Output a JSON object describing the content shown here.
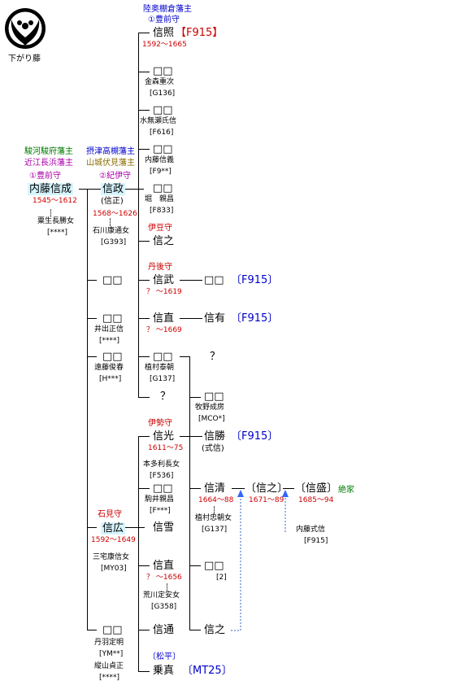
{
  "crest": {
    "icon": "sagari-fuji-crest-icon",
    "label": "下がり藤"
  },
  "texts": {
    "t_mutsu": "陸奥棚倉藩主",
    "t_no1": "①豊前守",
    "n_nobuteru": "信照",
    "c_nobuteru": "【F915】",
    "y_nobuteru": "1592～1665",
    "n_b1": "□□",
    "s_kanamori": "金森重次",
    "s_g136": "[G136]",
    "n_b2": "□□",
    "s_mizunase": "水無瀬氏信",
    "s_f616": "[F616]",
    "n_b3": "□□",
    "s_naito_nobuyoshi": "内藤信義",
    "s_f9": "[F9**]",
    "n_b4": "□□",
    "s_hori": "堀　親昌",
    "s_f833": "[F833]",
    "t_izunokami": "伊豆守",
    "n_nobuyuki1": "信之",
    "t_tango": "丹後守",
    "n_nobutake": "信武",
    "n_b5": "□□",
    "c_b5": "〔F915〕",
    "y_nobutake": "？ ～1619",
    "n_nobunao1": "信直",
    "n_nobuari": "信有",
    "c_nobuari": "〔F915〕",
    "y_nobunao1": "？ ～1669",
    "n_b6": "□□",
    "s_uemura": "植村泰朝",
    "s_g137a": "[G137]",
    "n_q1": "？",
    "n_q2": "？",
    "n_b7": "□□",
    "s_makino": "牧野成房",
    "s_mco": "[MCO*]",
    "t_suruga": "駿河駿府藩主",
    "t_omi": "近江長浜藩主",
    "t_no1b": "①豊前守",
    "n_nobunari": "内藤信成",
    "y_nobunari": "1545～1612",
    "s_aou": "粟生長勝女",
    "s_4star1": "[****]",
    "t_settsu": "摂津高槻藩主",
    "t_yamashiro": "山城伏見藩主",
    "t_no2": "②紀伊守",
    "n_nobumasa": "信政",
    "s_nobumasa_alt": "(信正)",
    "y_nobumasa": "1568～1626",
    "s_ishikawa": "石川康通女",
    "s_g393": "[G393]",
    "n_b8": "□□",
    "n_b9": "□□",
    "s_ide": "井出正信",
    "s_4star2": "[****]",
    "n_b10": "□□",
    "s_toyama": "遠藤俊春",
    "s_h": "[H***]",
    "t_ise": "伊勢守",
    "n_nobumitsu": "信光",
    "n_nobukatsu": "信勝",
    "c_nobukatsu": "〔F915〕",
    "s_shikinobu": "(式信)",
    "y_nobumitsu": "1611～75",
    "s_hondatoshi": "本多利長女",
    "s_f536": "[F536]",
    "n_b11": "□□",
    "s_komai": "駒井親昌",
    "s_f3": "[F***]",
    "n_nobukiyo": "信清",
    "n_nobuyuki2": "〔信之〕",
    "n_nobumori": "〔信盛〕",
    "t_zekke": "絶家",
    "y_nobukiyo": "1664～88",
    "y_nobuyuki2": "1671～89",
    "y_nobumori": "1685～94",
    "s_uemura2": "植村忠朝女",
    "s_g137b": "[G137]",
    "s_shikinobu2": "内藤式信",
    "s_f915": "[F915]",
    "t_iwami": "石見守",
    "n_nobuhiro": "信広",
    "n_nobuyuki_b": "信雪",
    "y_nobuhiro": "1592～1649",
    "s_miyake": "三宅康信女",
    "s_my03": "[MY03]",
    "n_nobunao2": "信直",
    "n_b12": "□□",
    "s_2": "[2]",
    "y_nobunao2": "？ ～1656",
    "s_arakawa": "荒川定安女",
    "s_g358": "[G358]",
    "n_b13": "□□",
    "n_nobumichi": "信通",
    "n_nobuyuki3": "信之",
    "s_niwa": "丹羽定明",
    "s_ym": "[YM**]",
    "t_matsudaira": "〔松平〕",
    "s_tateyama": "縦山貞正",
    "s_4star3": "[****]",
    "n_norizane": "乗真",
    "c_norizane": "〔MT25〕"
  }
}
